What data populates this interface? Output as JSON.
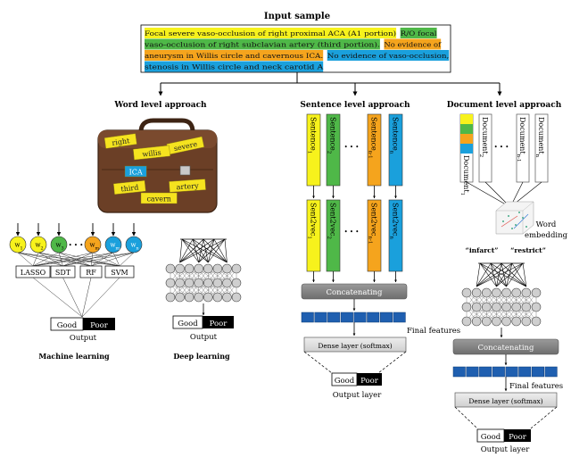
{
  "title": "Input sample",
  "input_lines": [
    [
      {
        "text": "Focal severe vaso-occlusion of right proximal ACA (A1 portion)",
        "color": "yellow"
      },
      {
        "text": " ",
        "color": "none"
      },
      {
        "text": "R/O focal",
        "color": "green"
      }
    ],
    [
      {
        "text": "vaso-occlusion of right subclavian artery (third portion).",
        "color": "green"
      },
      {
        "text": " ",
        "color": "none"
      },
      {
        "text": "No evidence of",
        "color": "orange"
      }
    ],
    [
      {
        "text": "aneurysm in Willis circle and cavernous ICA.",
        "color": "orange"
      },
      {
        "text": " ",
        "color": "none"
      },
      {
        "text": "No evidence of vaso-occlusion,",
        "color": "blue"
      }
    ],
    [
      {
        "text": "stenosis in Willis circle and neck carotid A",
        "color": "blue"
      }
    ]
  ],
  "colors": {
    "yellow": "#f7f21c",
    "green": "#4fb848",
    "orange": "#f5a41d",
    "blue": "#1aa0dc",
    "gray": "#d9d9d9",
    "black": "#000000"
  },
  "headings": {
    "word": "Word level approach",
    "sentence": "Sentence level approach",
    "document": "Document level approach"
  },
  "bag_words": [
    "right",
    "severe",
    "willis",
    "ICA",
    "third",
    "artery",
    "cavern"
  ],
  "ml_nodes": [
    "w",
    "w",
    "w",
    "w",
    "w",
    "w"
  ],
  "ml_node_subs": [
    "1",
    "2",
    "3",
    "m",
    "m",
    "n"
  ],
  "ml_dots": "• • •",
  "ml_models": [
    "LASSO",
    "SDT",
    "RF",
    "SVM"
  ],
  "good": "Good",
  "poor": "Poor",
  "output": "Output",
  "machine_learning": "Machine learning",
  "deep_learning": "Deep learning",
  "sentence_cols": [
    {
      "label": "Sentence",
      "sub": "1",
      "vec": "Sent2vec",
      "color": "yellow"
    },
    {
      "label": "Sentence",
      "sub": "2",
      "vec": "Sent2vec",
      "color": "green"
    },
    {
      "label": "Sentence",
      "sub": "n-1",
      "vec": "Sent2vec",
      "color": "orange"
    },
    {
      "label": "Sentence",
      "sub": "n",
      "vec": "Sent2vec",
      "color": "blue"
    }
  ],
  "dots": "• • •",
  "concatenating": "Concatenating",
  "final_features": "Final features",
  "dense": "Dense layer (softmax)",
  "output_layer": "Output layer",
  "documents": [
    {
      "label": "Document",
      "sub": "1"
    },
    {
      "label": "Document",
      "sub": "2"
    },
    {
      "label": "Document",
      "sub": "n-1"
    },
    {
      "label": "Document",
      "sub": "n"
    }
  ],
  "word_embedding": "Word embedding",
  "emb_words": [
    "“infarct”",
    "“restrict”"
  ]
}
